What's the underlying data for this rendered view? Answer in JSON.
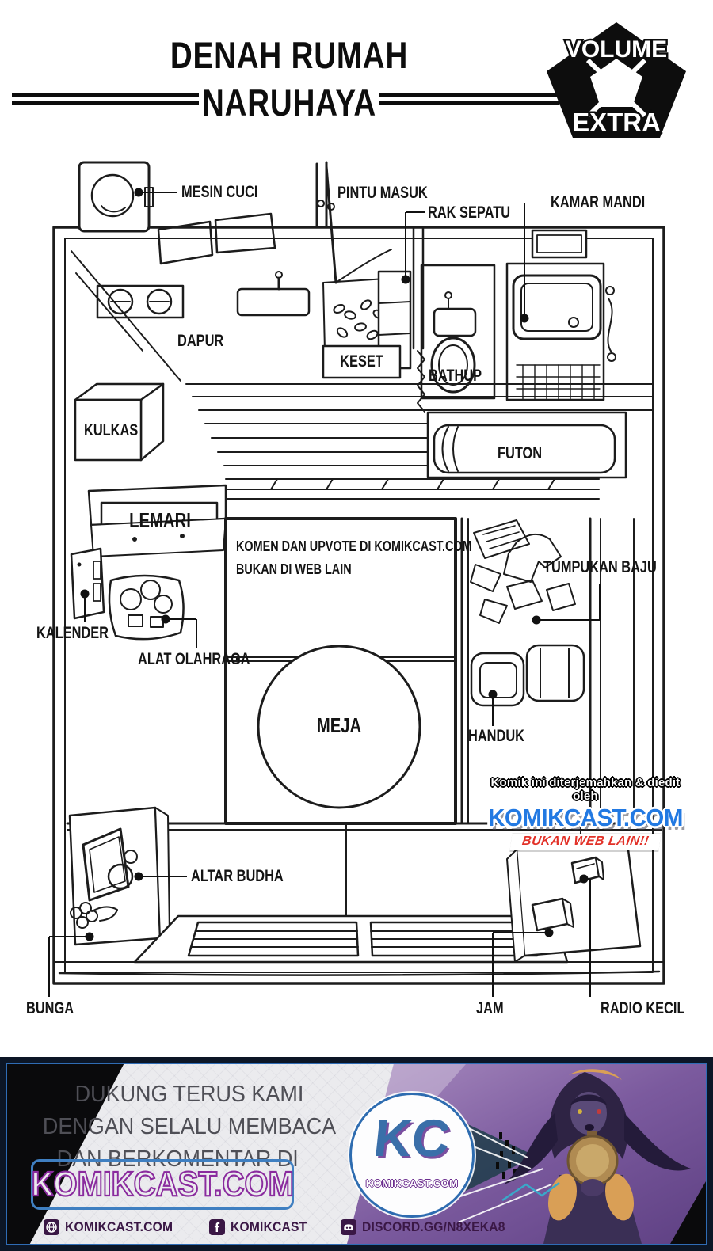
{
  "header": {
    "title_line1": "DENAH RUMAH",
    "title_line2": "NARUHAYA",
    "badge": {
      "top": "VOLUME",
      "bottom": "EXTRA"
    }
  },
  "plan": {
    "labels": {
      "mesin_cuci": "MESIN CUCI",
      "pintu_masuk": "PINTU MASUK",
      "rak_sepatu": "RAK SEPATU",
      "kamar_mandi": "KAMAR MANDI",
      "dapur": "DAPUR",
      "keset": "KESET",
      "bathup": "BATHUP",
      "kulkas": "KULKAS",
      "futon": "FUTON",
      "lemari": "LEMARI",
      "tumpukan_baju": "TUMPUKAN BAJU",
      "kalender": "KALENDER",
      "alat_olahraga": "ALAT OLAHRAGA",
      "meja": "MEJA",
      "handuk": "HANDUK",
      "altar_budha": "ALTAR BUDHA",
      "bunga": "BUNGA",
      "jam": "JAM",
      "radio_kecil": "RADIO KECIL"
    },
    "note_line1": "KOMEN DAN UPVOTE DI KOMIKCAST.COM",
    "note_line2": "BUKAN DI WEB LAIN"
  },
  "watermark": {
    "credit": "Komik ini diterjemahkan & diedit oleh",
    "site": "KOMIKCAST.COM",
    "warning": "BUKAN WEB LAIN!!"
  },
  "banner": {
    "support_line1": "DUKUNG TERUS KAMI",
    "support_line2": "DENGAN SELALU MEMBACA",
    "support_line3": "DAN BERKOMENTAR DI",
    "site": "KOMIKCAST.COM",
    "logo_text": "KC",
    "logo_site": "KOMIKCAST.COM",
    "footer": [
      {
        "icon": "globe-icon",
        "label": "KOMIKCAST.COM"
      },
      {
        "icon": "facebook-icon",
        "label": "KOMIKCAST"
      },
      {
        "icon": "discord-icon",
        "label": "DISCORD.GG/N8XEKA8"
      }
    ]
  },
  "colors": {
    "watermark_site_blue": "#2279e2",
    "watermark_warn_red": "#e23128",
    "banner_border_navy": "#0c1626",
    "banner_accent_blue": "#3f7fc1",
    "banner_accent_purple": "#8a2b9e",
    "banner_text_gray": "#4f4f56",
    "footer_text_purple": "#3a1745"
  }
}
